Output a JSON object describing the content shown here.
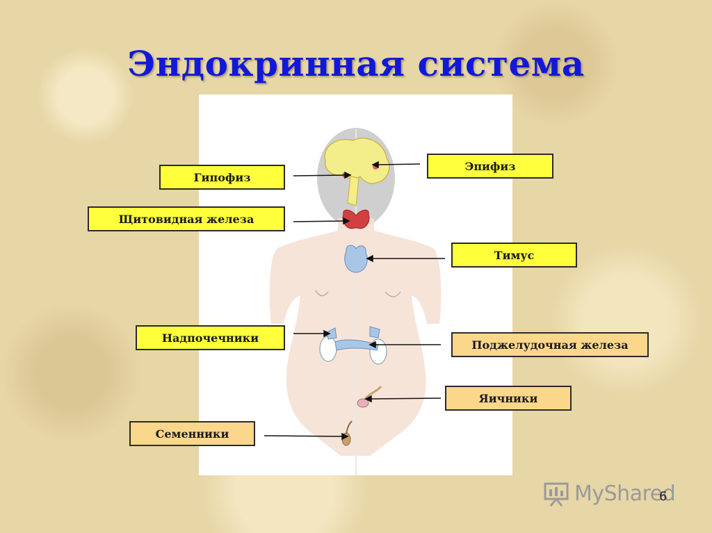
{
  "title": "Эндокринная система",
  "labels": {
    "hypophysis": "Гипофиз",
    "thyroid": "Щитовидная железа",
    "adrenals": "Надпочечники",
    "testes": "Семенники",
    "epiphysis": "Эпифиз",
    "thymus": "Тимус",
    "pancreas": "Поджелудочная железа",
    "ovaries": "Яичники"
  },
  "colors": {
    "title": "#1218d8",
    "label_yellow": "#ffff3c",
    "label_orange": "#fbd78c"
  },
  "watermark": {
    "brand": "MyShared",
    "slide_number": "6"
  }
}
